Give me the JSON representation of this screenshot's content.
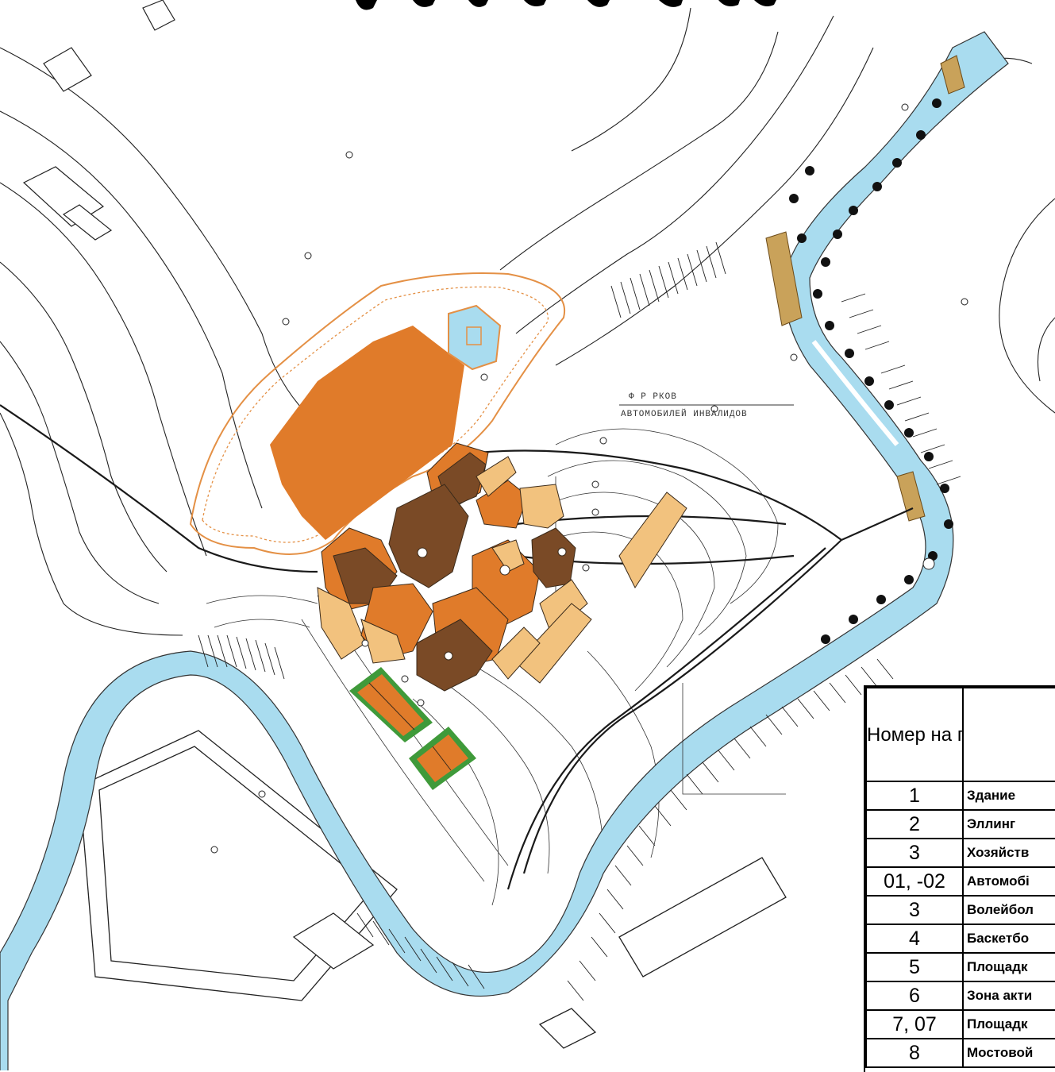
{
  "map": {
    "road_label_line1": "Ф Р РКОВ",
    "road_label_line2": "АВТОМОБИЛЕЙ ИНВАЛИДОВ"
  },
  "legend": {
    "header": {
      "number_col": "Номер на плане",
      "name_col": ""
    },
    "rows": [
      {
        "number": "1",
        "name": "Здание"
      },
      {
        "number": "2",
        "name": "Эллинг"
      },
      {
        "number": "3",
        "name": "Хозяйств"
      },
      {
        "number": "01, -02",
        "name": "Автомобі"
      },
      {
        "number": "3",
        "name": "Волейбол"
      },
      {
        "number": "4",
        "name": "Баскетбо"
      },
      {
        "number": "5",
        "name": "Площадк"
      },
      {
        "number": "6",
        "name": "Зона акти"
      },
      {
        "number": "7, 07",
        "name": "Площадк"
      },
      {
        "number": "8",
        "name": "Мостовой"
      }
    ]
  },
  "colors": {
    "water": "#a9dcef",
    "orange": "#e07b2a",
    "brown": "#7a4a26",
    "light_orange": "#f2c27e",
    "green": "#3f9a3a",
    "orange_outline": "#e49045"
  }
}
